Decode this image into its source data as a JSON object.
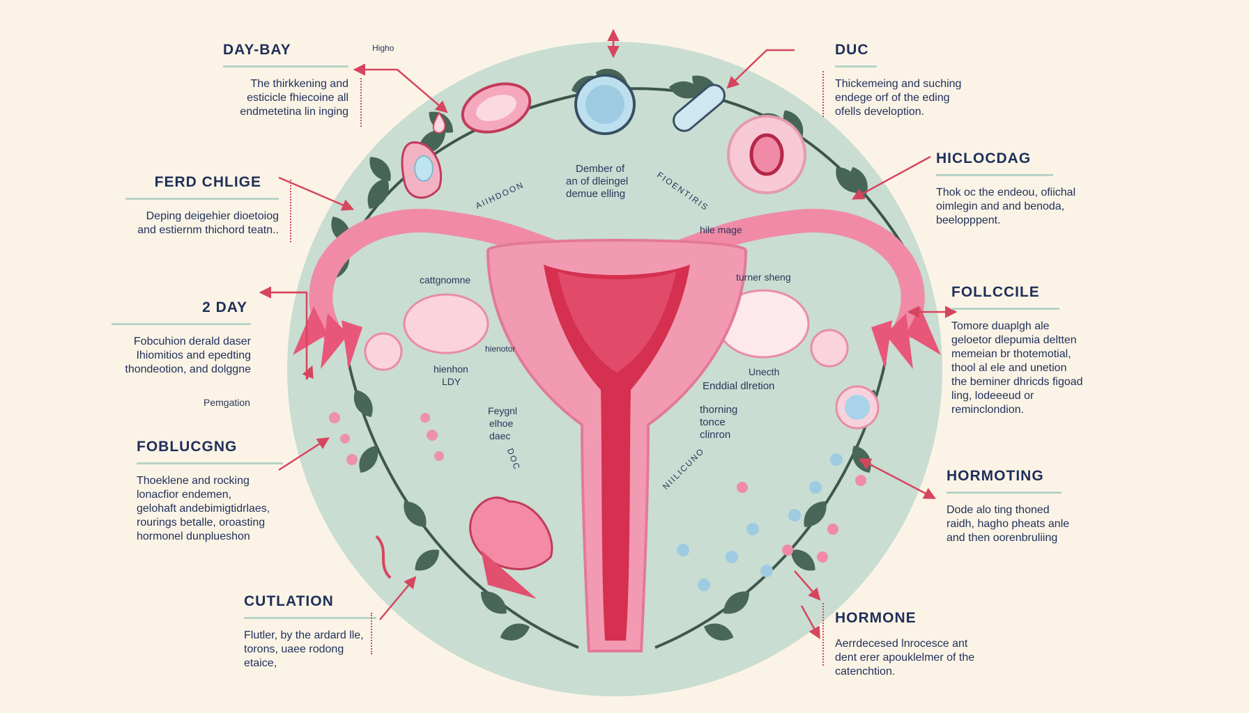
{
  "colors": {
    "background": "#fbf4e6",
    "circle": "#c9ddd2",
    "uterus": "#f08aa6",
    "uterus_inner": "#d5304f",
    "arrow": "#d6455e",
    "leaf": "#3b5b4c",
    "text": "#1f2e5a",
    "rule": "#b7d3c6"
  },
  "callouts_left": [
    {
      "title": "DAY-BAY",
      "lines": [
        "The thirkkening and",
        "esticicle fhiecoine all",
        "endmetetina lin inging"
      ]
    },
    {
      "title": "FERD CHLIGE",
      "lines": [
        "Deping deigehier dioetoiog",
        "and estiernm thichord teatn.."
      ]
    },
    {
      "title": "2 DAY",
      "lines": [
        "Fobcuhion derald daser",
        "Ihiomitios and epedting",
        "thondeotion, and dolggne"
      ]
    },
    {
      "title": "FOBLUCGNG",
      "lines": [
        "Thoeklene and rocking",
        "lonacfior endemen,",
        "gelohaft andebimigtidrlaes,",
        "rourings betalle, oroasting",
        "hormonel dunplueshon"
      ]
    },
    {
      "title": "CUTLATION",
      "lines": [
        "Flutler, by the ardard lle,",
        "torons, uaee rodong etaice,"
      ]
    }
  ],
  "callouts_right": [
    {
      "title": "DUC",
      "lines": [
        "Thickemeing and suching",
        "endege orf of the eding",
        "ofells develoption."
      ]
    },
    {
      "title": "HICLOCDAG",
      "lines": [
        "Thok oc  the endeou, ofiichal",
        "oimlegin and and benoda,",
        "beelopppent."
      ]
    },
    {
      "title": "FOLLCCILE",
      "lines": [
        "Tomore duaplgh ale",
        "geloetor dlepumia deltten",
        "memeian br thotemotial,",
        "thool al ele and unetion",
        "the beminer dhricds figoad",
        "ling, lodeeeud or",
        "reminclondion."
      ]
    },
    {
      "title": "HORMOTING",
      "lines": [
        "Dode alo ting thoned",
        "raidh, hagho pheats anle",
        "and then oorenbruliing"
      ]
    },
    {
      "title": "HORMONE",
      "lines": [
        "Aerrdecesed lnrocesce ant",
        "dent erer apouklelmer of the",
        "catenchtion."
      ]
    }
  ],
  "diagram_labels": {
    "higho": "Higho",
    "center_note_1": "Dember of",
    "center_note_2": "an of dleingel",
    "center_note_3": "demue elling",
    "arc_left": "AIIHDOON",
    "arc_right": "FIOENTIRIS",
    "hile_mage": "hile mage",
    "cattgnomne": "cattgnomne",
    "turner_sheng": "turner sheng",
    "hienotor": "hienotor",
    "hienhon": "hienhon",
    "ldy": "LDY",
    "unecth": "Unecth",
    "enddial_dlretion": "Enddial dlretion",
    "thorning": "thorning",
    "tonce": "tonce",
    "clinron": "clinron",
    "feygnl": "Feygnl",
    "elhoe": "elhoe",
    "daec": "daec",
    "odnc": "DOC",
    "nilicuno": "NIILICUNO",
    "pemgation": "Pemgation"
  }
}
